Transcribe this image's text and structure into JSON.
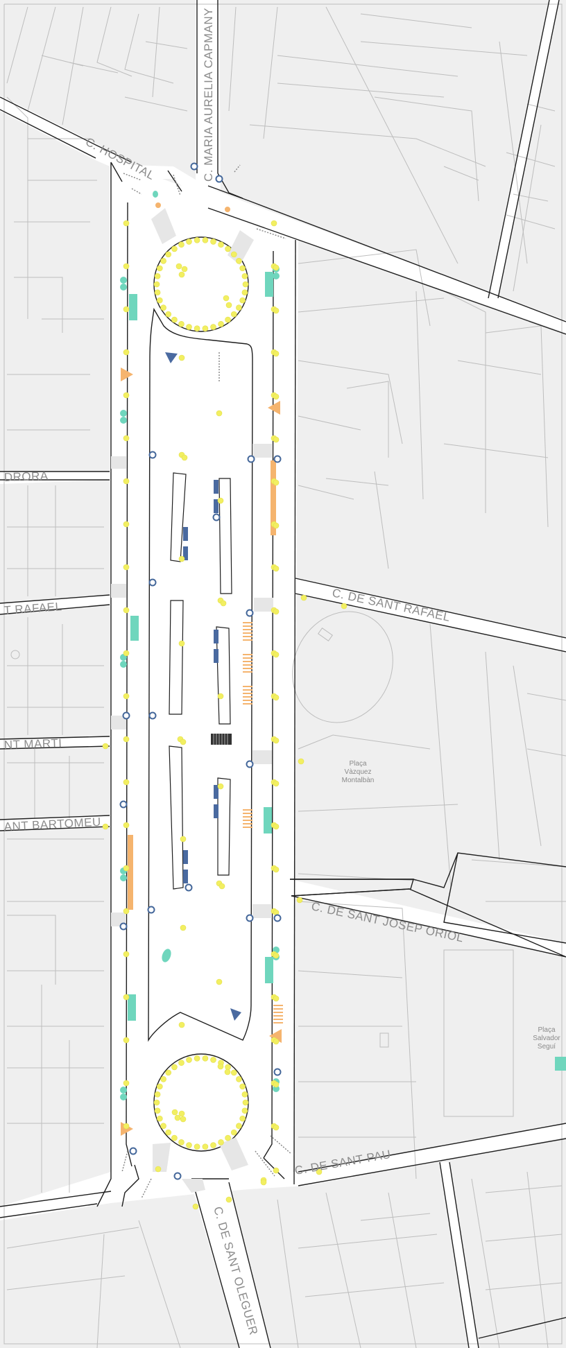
{
  "map": {
    "colors": {
      "block": "#efefef",
      "lot_line": "#b9b9b9",
      "kerb": "#1e1e1e",
      "street": "#ffffff",
      "crossing": "#ececec",
      "tree": "#f2ef62",
      "bench": "#4a6aa0",
      "bin_ring": "#44679a",
      "planter": "#6fd6bd",
      "play": "#f5b46e",
      "label": "#8c8c8c"
    },
    "streets": {
      "hospital": "C. HOSPITAL",
      "capmany": "C. MARIA AURELIA CAPMANY",
      "aurora": "DRORA",
      "rafael_left": "T RAFAEL",
      "sant_rafael": "C. DE SANT RAFAEL",
      "marti": "NT MARTI",
      "bartomeu": "ANT BARTOMEU",
      "josep_oriol": "C. DE SANT JOSEP ORIOL",
      "sant_pau": "C. DE SANT PAU",
      "oleguer": "C. DE SANT OLEGUER"
    },
    "plazas": {
      "vazquez": [
        "Plaça",
        "Vàzquez",
        "Montalbàn"
      ],
      "segui": [
        "Plaça",
        "Salvador",
        "Seguí"
      ]
    }
  }
}
